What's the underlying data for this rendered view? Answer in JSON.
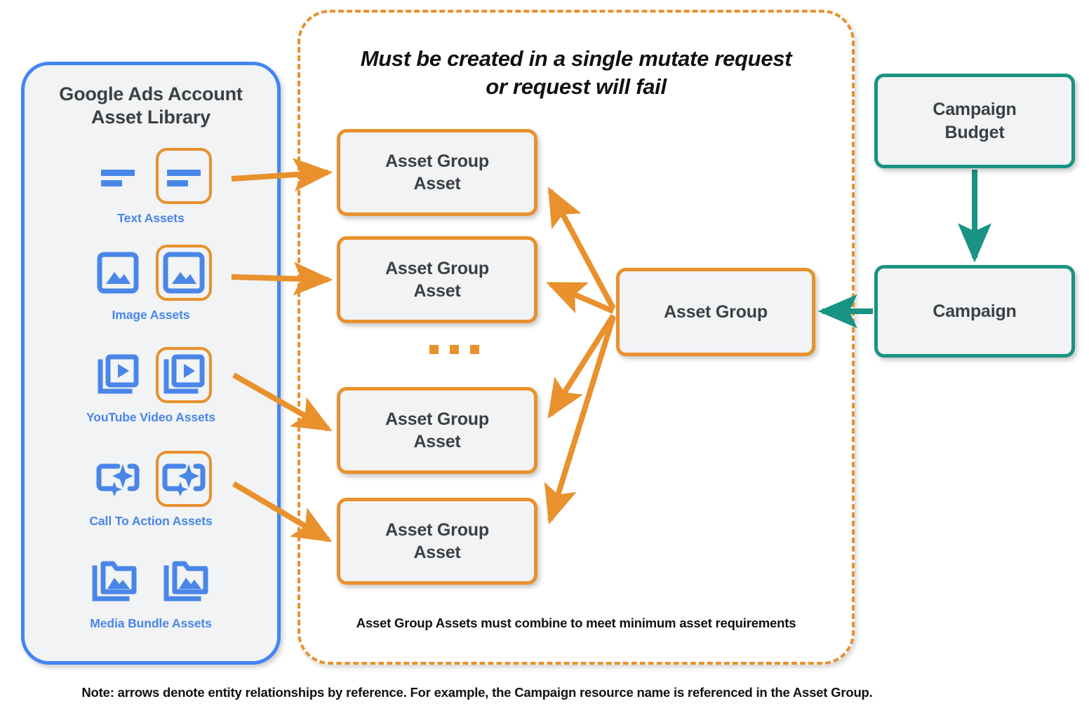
{
  "library": {
    "title_line1": "Google Ads Account",
    "title_line2": "Asset Library",
    "items": [
      {
        "label": "Text Assets",
        "icon": "text-asset-icon"
      },
      {
        "label": "Image Assets",
        "icon": "image-asset-icon"
      },
      {
        "label": "YouTube Video  Assets",
        "icon": "youtube-video-asset-icon"
      },
      {
        "label": "Call To Action Assets",
        "icon": "call-to-action-asset-icon"
      },
      {
        "label": "Media Bundle  Assets",
        "icon": "media-bundle-asset-icon"
      }
    ]
  },
  "mutate_panel": {
    "title_line1": "Must be created in a single mutate request",
    "title_line2": "or request will fail",
    "footnote": "Asset Group Assets must combine to meet minimum asset requirements",
    "ellipsis": "..."
  },
  "nodes": {
    "asset_group_asset_1": "Asset Group\nAsset",
    "asset_group_asset_1_line1": "Asset Group",
    "asset_group_asset_1_line2": "Asset",
    "asset_group_asset_2_line1": "Asset Group",
    "asset_group_asset_2_line2": "Asset",
    "asset_group_asset_3_line1": "Asset Group",
    "asset_group_asset_3_line2": "Asset",
    "asset_group_asset_4_line1": "Asset Group",
    "asset_group_asset_4_line2": "Asset",
    "asset_group": "Asset Group",
    "campaign_budget_line1": "Campaign",
    "campaign_budget_line2": "Budget",
    "campaign": "Campaign"
  },
  "footer": {
    "note": "Note: arrows denote entity relationships by reference. For example, the Campaign resource name is referenced in the Asset Group."
  },
  "colors": {
    "orange": "#E8912D",
    "blue": "#4285F4",
    "caption_blue": "#4A86E8",
    "teal": "#199384",
    "node_fill": "#f1f3f4",
    "text_dark": "#3c4043",
    "page_bg": "#ffffff"
  }
}
